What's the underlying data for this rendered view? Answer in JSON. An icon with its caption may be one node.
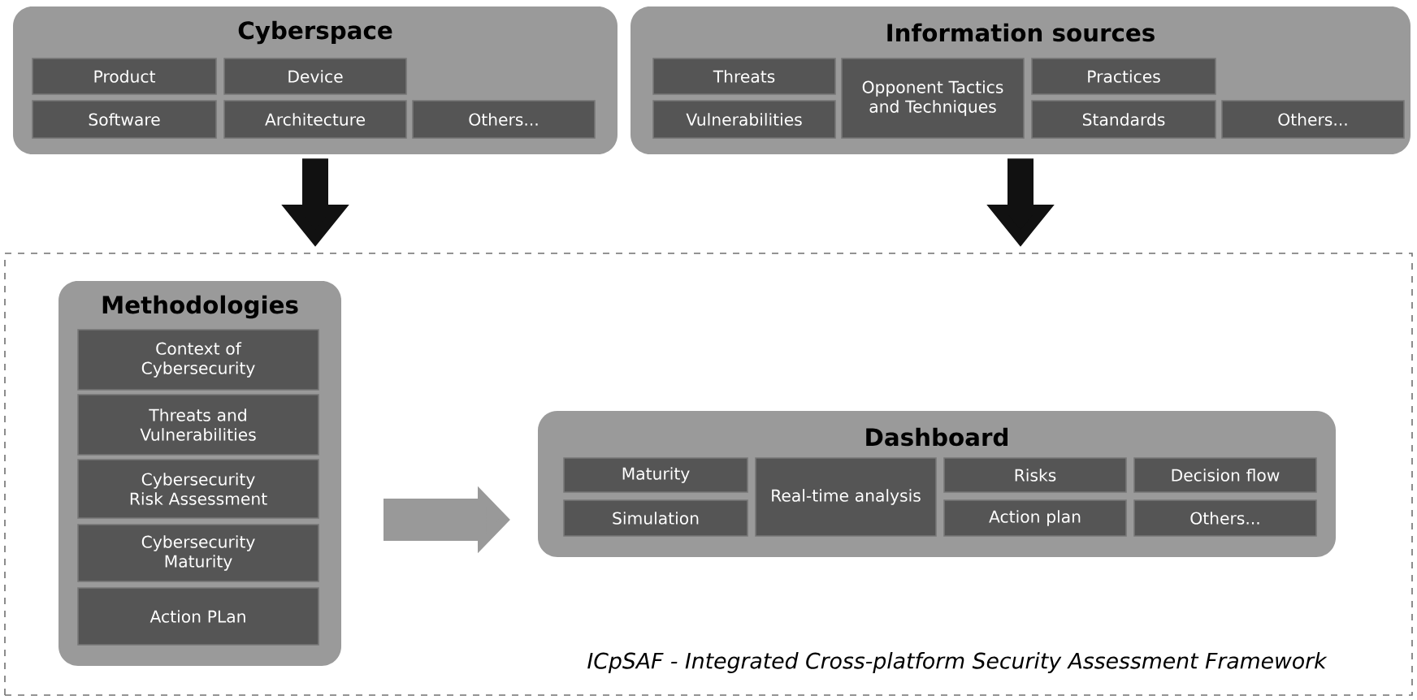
{
  "diagram": {
    "nodes": [
      {
        "text": [
          "Cyberspace"
        ]
      },
      {
        "text": [
          "Product"
        ],
        "in": 0
      },
      {
        "text": [
          "Device"
        ],
        "in": 0
      },
      {
        "text": [
          "Software"
        ],
        "in": 0
      },
      {
        "text": [
          "Architecture"
        ],
        "in": 0
      },
      {
        "text": [
          "Others..."
        ],
        "in": 0
      },
      {
        "text": [
          "Information sources"
        ]
      },
      {
        "text": [
          "Threats"
        ],
        "in": 6
      },
      {
        "text": [
          "Opponent Tactics and Techniques"
        ],
        "in": 6
      },
      {
        "text": [
          "Practices"
        ],
        "in": 6
      },
      {
        "text": [
          "Vulnerabilities"
        ],
        "in": 6
      },
      {
        "text": [
          "Standards"
        ],
        "in": 6
      },
      {
        "text": [
          "Others..."
        ],
        "in": 6
      },
      {
        "text": [
          "ICpSAF - Integrated Cross-platform Security Assessment Framework"
        ]
      },
      {
        "text": [
          "Methodologies"
        ],
        "in": 13
      },
      {
        "text": [
          "Context of Cybersecurity"
        ],
        "in": 14
      },
      {
        "text": [
          "Threats and Vulnerabilities"
        ],
        "in": 14
      },
      {
        "text": [
          "Cybersecurity Risk Assessment"
        ],
        "in": 14
      },
      {
        "text": [
          "Cybersecurity Maturity"
        ],
        "in": 14
      },
      {
        "text": [
          "Action PLan"
        ],
        "in": 14
      },
      {
        "text": [
          "Dashboard"
        ],
        "in": 13
      },
      {
        "text": [
          "Maturity"
        ],
        "in": 20
      },
      {
        "text": [
          "Real-time analysis"
        ],
        "in": 20
      },
      {
        "text": [
          "Risks"
        ],
        "in": 20
      },
      {
        "text": [
          "Decision flow"
        ],
        "in": 20
      },
      {
        "text": [
          "Simulation"
        ],
        "in": 20
      },
      {
        "text": [
          "Action plan"
        ],
        "in": 20
      },
      {
        "text": [
          "Others..."
        ],
        "in": 20
      }
    ],
    "edges": [
      {
        "from": 0,
        "to": 13,
        "arrow": "to"
      },
      {
        "from": 6,
        "to": 13,
        "arrow": "to"
      },
      {
        "from": 14,
        "to": 20,
        "arrow": "to",
        "color": "#999999"
      }
    ]
  }
}
